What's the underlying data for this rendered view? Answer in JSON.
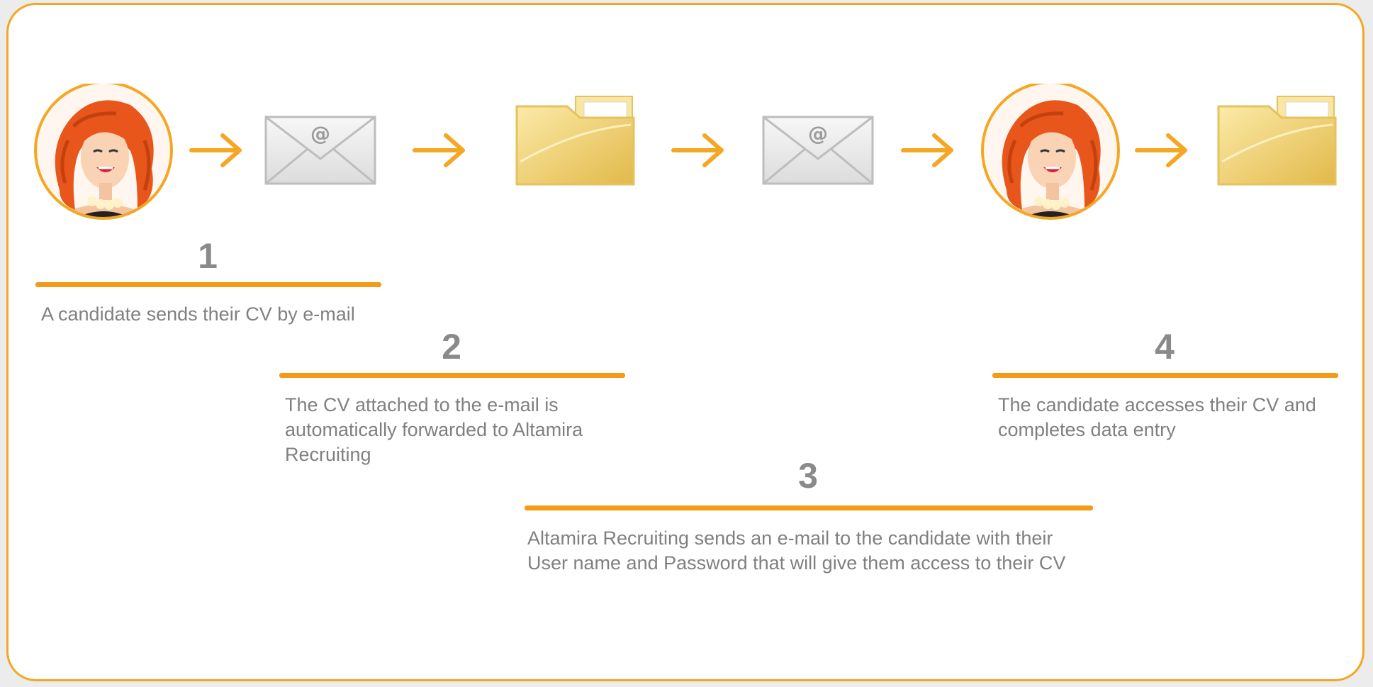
{
  "colors": {
    "accent": "#f39a17",
    "border": "#f5a623",
    "text": "#808080",
    "number": "#8a8a8a"
  },
  "flow": {
    "icons": [
      "candidate-avatar-icon",
      "arrow-right-icon",
      "email-envelope-icon",
      "arrow-right-icon",
      "folder-icon",
      "arrow-right-icon",
      "email-envelope-icon",
      "arrow-right-icon",
      "candidate-avatar-icon",
      "arrow-right-icon",
      "folder-icon"
    ],
    "envelope_symbol": "@"
  },
  "steps": [
    {
      "number": "1",
      "text": "A candidate sends their CV by e-mail"
    },
    {
      "number": "2",
      "text": "The CV attached to the e-mail is automatically forwarded to Altamira Recruiting"
    },
    {
      "number": "3",
      "text": "Altamira Recruiting sends an e-mail to the candidate with their User name and Password that will give them access to their CV"
    },
    {
      "number": "4",
      "text": "The candidate accesses their CV and completes data entry"
    }
  ]
}
